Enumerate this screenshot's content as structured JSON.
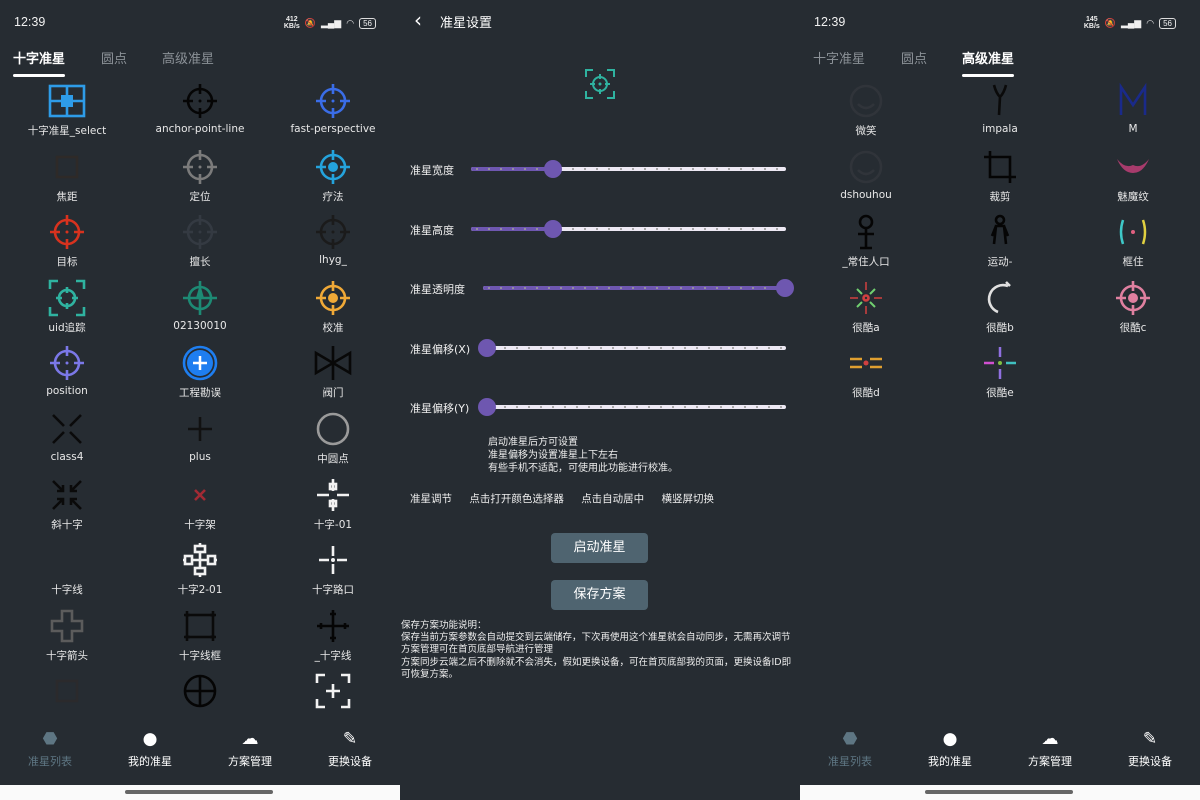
{
  "status_left": {
    "time": "12:39",
    "speed": "412",
    "speed_unit": "KB/s",
    "battery": "56"
  },
  "status_right": {
    "time": "12:39",
    "speed": "145",
    "speed_unit": "KB/s",
    "battery": "56"
  },
  "tabs": [
    "十字准星",
    "圆点",
    "高级准星"
  ],
  "cross_list": [
    {
      "label": "十字准星_select",
      "icon": "grid",
      "color": "#2e9ce8"
    },
    {
      "label": "anchor-point-line",
      "icon": "scope",
      "color": "#050505"
    },
    {
      "label": "fast-perspective",
      "icon": "scope",
      "color": "#3a6de8"
    },
    {
      "label": "焦距",
      "icon": "square",
      "color": "#2e2a28"
    },
    {
      "label": "定位",
      "icon": "scope",
      "color": "#7b7b7b"
    },
    {
      "label": "疗法",
      "icon": "scope-dot",
      "color": "#24a3dc"
    },
    {
      "label": "目标",
      "icon": "scope",
      "color": "#d8321e"
    },
    {
      "label": "擅长",
      "icon": "scope",
      "color": "#343a42"
    },
    {
      "label": "lhyg_",
      "icon": "scope",
      "color": "#1b1b1b"
    },
    {
      "label": "uid追踪",
      "icon": "bracket-scope",
      "color": "#2fb3a0"
    },
    {
      "label": "02130010",
      "icon": "arrow-scope",
      "color": "#1d8a74"
    },
    {
      "label": "校准",
      "icon": "scope-dot",
      "color": "#f0a937"
    },
    {
      "label": "position",
      "icon": "scope",
      "color": "#7b78e8"
    },
    {
      "label": "工程勘误",
      "icon": "plus-disc",
      "color": "#1e7ef0"
    },
    {
      "label": "阀门",
      "icon": "valve",
      "color": "#080808"
    },
    {
      "label": "class4",
      "icon": "x",
      "color": "#0a0a0a"
    },
    {
      "label": "plus",
      "icon": "plus",
      "color": "#111111"
    },
    {
      "label": "中圆点",
      "icon": "circle",
      "color": "#9a9a9a"
    },
    {
      "label": "斜十字",
      "icon": "x-arrows",
      "color": "#0a0a0a"
    },
    {
      "label": "十字架",
      "icon": "small-x",
      "color": "#a32a34"
    },
    {
      "label": "十字-01",
      "icon": "gap-cross",
      "color": "#f2f2f2"
    },
    {
      "label": "十字线",
      "icon": "none",
      "color": "#262c32"
    },
    {
      "label": "十字2-01",
      "icon": "box-cross",
      "color": "#f2f2f2"
    },
    {
      "label": "十字路口",
      "icon": "dot-cross",
      "color": "#f2f2f2"
    },
    {
      "label": "十字箭头",
      "icon": "fat-plus",
      "color": "#5c5c5c"
    },
    {
      "label": "十字线框",
      "icon": "frame",
      "color": "#0a0a0a"
    },
    {
      "label": "_十字线",
      "icon": "thin-cross",
      "color": "#050505"
    },
    {
      "label": "",
      "icon": "square",
      "color": "#2b2a2c"
    },
    {
      "label": "",
      "icon": "circle-plus",
      "color": "#050505"
    },
    {
      "label": "",
      "icon": "bracket-plus",
      "color": "#f2f2f2"
    }
  ],
  "advanced_list": [
    {
      "label": "微笑",
      "icon": "smile",
      "color": "#30343a"
    },
    {
      "label": "impala",
      "icon": "horns",
      "color": "#0a0a0a"
    },
    {
      "label": "M",
      "icon": "letter-m",
      "color": "#1a2a8a"
    },
    {
      "label": "dshouhou",
      "icon": "smile",
      "color": "#30343a"
    },
    {
      "label": "裁剪",
      "icon": "crop",
      "color": "#050505"
    },
    {
      "label": "魅魔纹",
      "icon": "wings",
      "color": "#c8407a"
    },
    {
      "label": "_常住人口",
      "icon": "person",
      "color": "#050505"
    },
    {
      "label": "运动-",
      "icon": "person2",
      "color": "#050505"
    },
    {
      "label": "框住",
      "icon": "brackets-dot",
      "color": "#3ec8c8"
    },
    {
      "label": "很酷a",
      "icon": "burst",
      "color": "#d04040"
    },
    {
      "label": "很酷b",
      "icon": "arc",
      "color": "#e0e0e0"
    },
    {
      "label": "很酷c",
      "icon": "scope-dot",
      "color": "#e080a0"
    },
    {
      "label": "很酷d",
      "icon": "dash-dot",
      "color": "#e0a030"
    },
    {
      "label": "很酷e",
      "icon": "arrows4",
      "color": "#9070e0"
    }
  ],
  "nav": [
    {
      "label": "准星列表",
      "icon": "acorn-icon",
      "glyph": "⬣"
    },
    {
      "label": "我的准星",
      "icon": "person-icon",
      "glyph": "●"
    },
    {
      "label": "方案管理",
      "icon": "cloud-icon",
      "glyph": "☁"
    },
    {
      "label": "更换设备",
      "icon": "swap-device-icon",
      "glyph": "✎"
    }
  ],
  "settings": {
    "title": "准星设置",
    "back_glyph": "‹",
    "sliders": [
      {
        "label": "准星宽度",
        "value": 0.26
      },
      {
        "label": "准星高度",
        "value": 0.26
      },
      {
        "label": "准星透明度",
        "value": 1.0
      },
      {
        "label": "准星偏移(X)",
        "value": 0.0
      },
      {
        "label": "准星偏移(Y)",
        "value": 0.0
      }
    ],
    "hints": [
      "启动准星后方可设置",
      "准星偏移为设置准星上下左右",
      "有些手机不适配，可使用此功能进行校准。"
    ],
    "links": [
      "准星调节",
      "点击打开颜色选择器",
      "点击自动居中",
      "横竖屏切换"
    ],
    "start_button": "启动准星",
    "save_button": "保存方案",
    "note_lines": [
      "保存方案功能说明：",
      "保存当前方案参数会自动提交到云端储存，下次再使用这个准星就会自动同步，无需再次调节",
      "方案管理可在首页底部导航进行管理",
      "方案同步云端之后不删除就不会消失，假如更换设备，可在首页底部我的页面，更换设备ID即可恢复方案。"
    ]
  },
  "accent": "#6e57b0"
}
